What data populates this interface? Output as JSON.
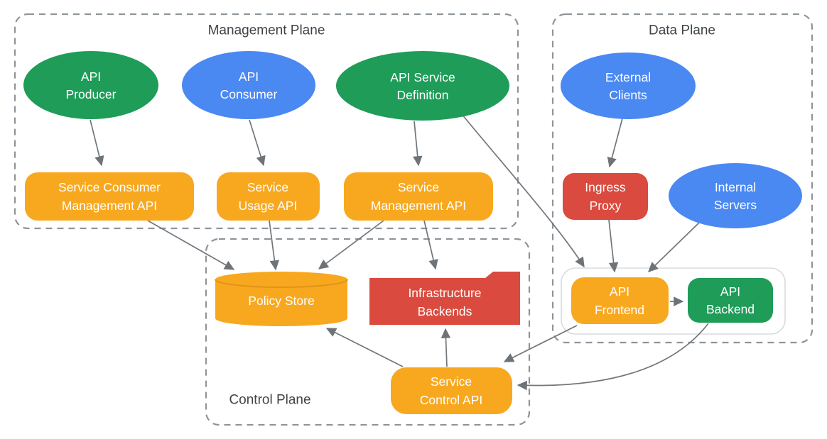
{
  "planes": {
    "management": {
      "title": "Management Plane"
    },
    "data": {
      "title": "Data Plane"
    },
    "control": {
      "title": "Control Plane"
    }
  },
  "colors": {
    "green": "#1E9C58",
    "blue": "#4A88F2",
    "orange": "#F8A81F",
    "red": "#DB4A3E",
    "plane_border": "#8E949A",
    "plane_title_text": "#3F4449",
    "arrow": "#71767B",
    "inner_container_border": "#D8DBDE",
    "node_text": "#FFFFFF"
  },
  "nodes": {
    "api_producer": {
      "lines": [
        "API",
        "Producer"
      ],
      "shape": "ellipse",
      "color": "green",
      "plane": "management"
    },
    "api_consumer": {
      "lines": [
        "API",
        "Consumer"
      ],
      "shape": "ellipse",
      "color": "blue",
      "plane": "management"
    },
    "api_service_definition": {
      "lines": [
        "API Service",
        "Definition"
      ],
      "shape": "ellipse",
      "color": "green",
      "plane": "management"
    },
    "service_consumer_management_api": {
      "lines": [
        "Service Consumer",
        "Management API"
      ],
      "shape": "rounded-rect",
      "color": "orange",
      "plane": "management"
    },
    "service_usage_api": {
      "lines": [
        "Service",
        "Usage API"
      ],
      "shape": "rounded-rect",
      "color": "orange",
      "plane": "management"
    },
    "service_management_api": {
      "lines": [
        "Service",
        "Management API"
      ],
      "shape": "rounded-rect",
      "color": "orange",
      "plane": "management"
    },
    "external_clients": {
      "lines": [
        "External",
        "Clients"
      ],
      "shape": "ellipse",
      "color": "blue",
      "plane": "data"
    },
    "ingress_proxy": {
      "lines": [
        "Ingress",
        "Proxy"
      ],
      "shape": "rounded-rect",
      "color": "red",
      "plane": "data"
    },
    "internal_servers": {
      "lines": [
        "Internal",
        "Servers"
      ],
      "shape": "ellipse",
      "color": "blue",
      "plane": "data"
    },
    "api_frontend": {
      "lines": [
        "API",
        "Frontend"
      ],
      "shape": "rounded-rect",
      "color": "orange",
      "plane": "data"
    },
    "api_backend": {
      "lines": [
        "API",
        "Backend"
      ],
      "shape": "rounded-rect",
      "color": "green",
      "plane": "data"
    },
    "policy_store": {
      "lines": [
        "Policy Store"
      ],
      "shape": "cylinder",
      "color": "orange",
      "plane": "control"
    },
    "infrastructure_backends": {
      "lines": [
        "Infrastructure",
        "Backends"
      ],
      "shape": "folder",
      "color": "red",
      "plane": "control"
    },
    "service_control_api": {
      "lines": [
        "Service",
        "Control API"
      ],
      "shape": "rounded-rect",
      "color": "orange",
      "plane": "control"
    }
  },
  "edges": [
    {
      "from": "api_producer",
      "to": "service_consumer_management_api"
    },
    {
      "from": "api_consumer",
      "to": "service_usage_api"
    },
    {
      "from": "api_service_definition",
      "to": "service_management_api"
    },
    {
      "from": "api_service_definition",
      "to": "api_frontend"
    },
    {
      "from": "service_consumer_management_api",
      "to": "policy_store"
    },
    {
      "from": "service_usage_api",
      "to": "policy_store"
    },
    {
      "from": "service_management_api",
      "to": "policy_store"
    },
    {
      "from": "service_management_api",
      "to": "infrastructure_backends"
    },
    {
      "from": "external_clients",
      "to": "ingress_proxy"
    },
    {
      "from": "ingress_proxy",
      "to": "api_frontend"
    },
    {
      "from": "internal_servers",
      "to": "api_frontend"
    },
    {
      "from": "api_frontend",
      "to": "api_backend"
    },
    {
      "from": "api_frontend",
      "to": "service_control_api"
    },
    {
      "from": "api_backend",
      "to": "service_control_api"
    },
    {
      "from": "service_control_api",
      "to": "policy_store"
    },
    {
      "from": "service_control_api",
      "to": "infrastructure_backends"
    }
  ]
}
